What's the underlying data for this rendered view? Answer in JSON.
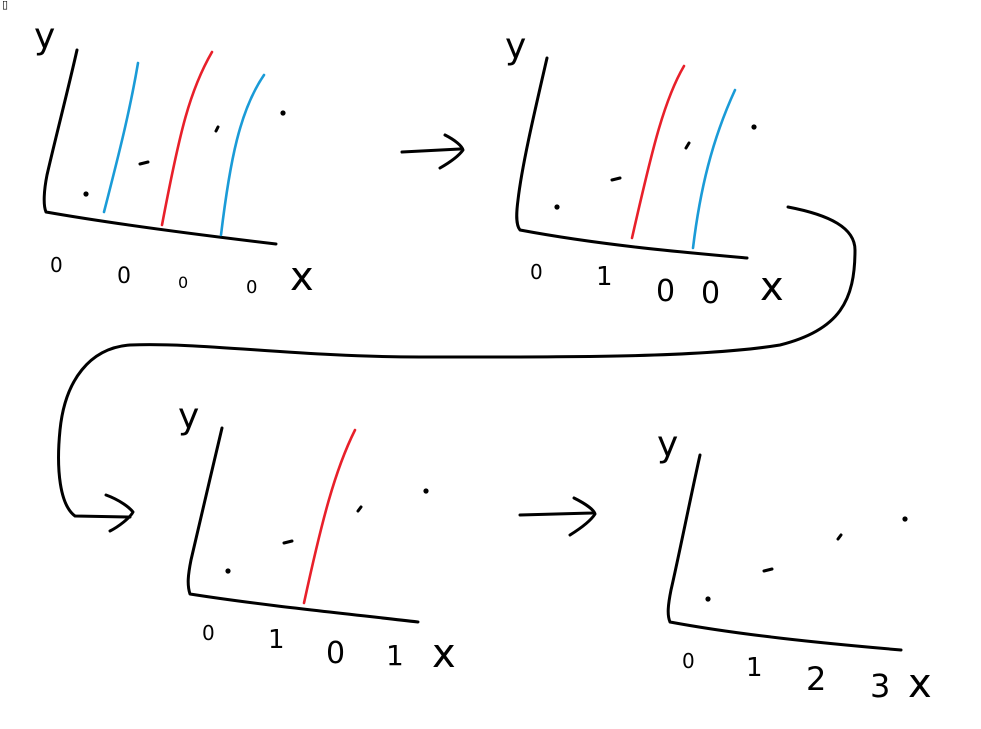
{
  "colors": {
    "ink": "#000000",
    "red_line": "#e8202a",
    "blue_line": "#1a9bd7",
    "background": "#ffffff"
  },
  "corner_glyph": "▯",
  "panels": [
    {
      "id": "panel-1",
      "axis_y_label": "y",
      "axis_x_label": "x",
      "digits": [
        "0",
        "0",
        "0",
        "0"
      ],
      "point_count": 4,
      "lines": [
        "blue",
        "red",
        "blue"
      ]
    },
    {
      "id": "panel-2",
      "axis_y_label": "y",
      "axis_x_label": "x",
      "digits": [
        "0",
        "1",
        "0",
        "0"
      ],
      "point_count": 4,
      "lines": [
        "red",
        "blue"
      ]
    },
    {
      "id": "panel-3",
      "axis_y_label": "y",
      "axis_x_label": "x",
      "digits": [
        "0",
        "1",
        "0",
        "1"
      ],
      "point_count": 4,
      "lines": [
        "red"
      ]
    },
    {
      "id": "panel-4",
      "axis_y_label": "y",
      "axis_x_label": "x",
      "digits": [
        "0",
        "1",
        "2",
        "3"
      ],
      "point_count": 4,
      "lines": []
    }
  ],
  "arrows": [
    {
      "id": "arrow-1-to-2",
      "kind": "straight"
    },
    {
      "id": "arrow-2-to-3",
      "kind": "looping"
    },
    {
      "id": "arrow-3-to-4",
      "kind": "straight"
    }
  ]
}
